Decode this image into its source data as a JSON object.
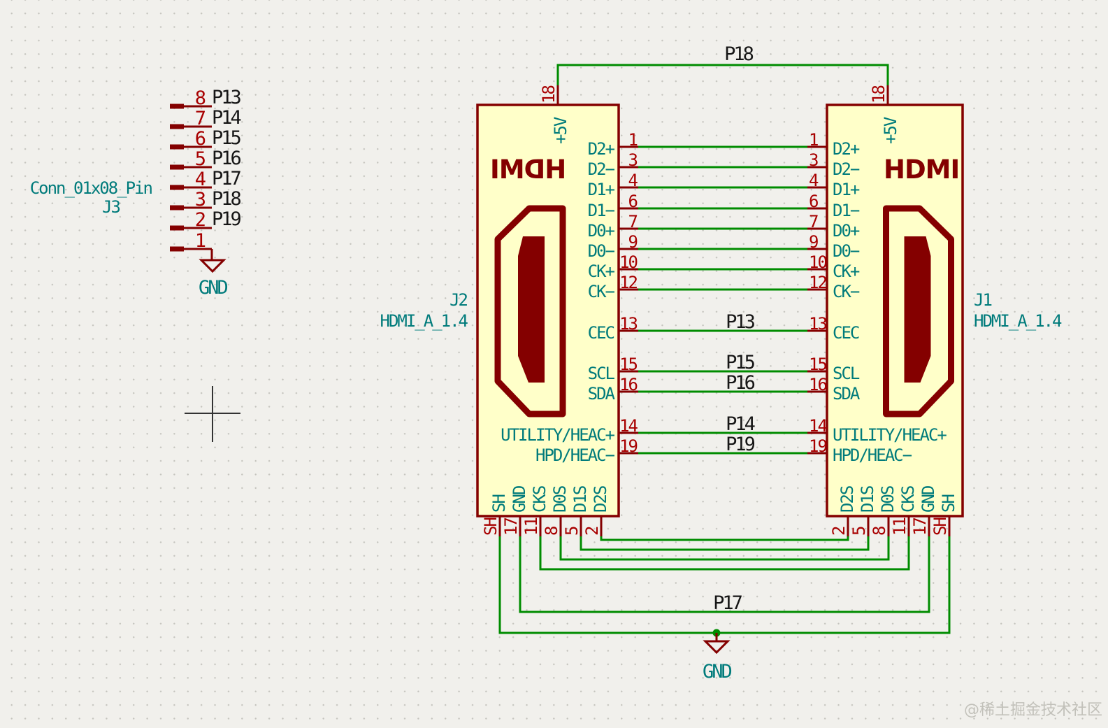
{
  "watermark": "@稀土掘金技术社区",
  "colors": {
    "background": "#F1F0EC",
    "component_fill": "#FFFFC9",
    "component_outline": "#840000",
    "pin_number": "#A80000",
    "pin_name": "#007B7B",
    "wire": "#008C00",
    "net_label": "#161616"
  },
  "j3": {
    "reference": "J3",
    "value": "Conn_01x08_Pin",
    "power_label": "GND",
    "pins": [
      {
        "number": "8",
        "net": "P13"
      },
      {
        "number": "7",
        "net": "P14"
      },
      {
        "number": "6",
        "net": "P15"
      },
      {
        "number": "5",
        "net": "P16"
      },
      {
        "number": "4",
        "net": "P17"
      },
      {
        "number": "3",
        "net": "P18"
      },
      {
        "number": "2",
        "net": "P19"
      },
      {
        "number": "1",
        "net": ""
      }
    ]
  },
  "j2": {
    "reference": "J2",
    "value": "HDMI_A_1.4",
    "logo": "HDMI",
    "top_pin": {
      "number": "18",
      "name": "+5V"
    },
    "right_pins": [
      {
        "number": "1",
        "name": "D2+"
      },
      {
        "number": "3",
        "name": "D2−"
      },
      {
        "number": "4",
        "name": "D1+"
      },
      {
        "number": "6",
        "name": "D1−"
      },
      {
        "number": "7",
        "name": "D0+"
      },
      {
        "number": "9",
        "name": "D0−"
      },
      {
        "number": "10",
        "name": "CK+"
      },
      {
        "number": "12",
        "name": "CK−"
      },
      {
        "number": "13",
        "name": "CEC"
      },
      {
        "number": "15",
        "name": "SCL"
      },
      {
        "number": "16",
        "name": "SDA"
      },
      {
        "number": "14",
        "name": "UTILITY/HEAC+"
      },
      {
        "number": "19",
        "name": "HPD/HEAC−"
      }
    ],
    "bottom_pins": [
      {
        "number": "SH",
        "name": "SH"
      },
      {
        "number": "17",
        "name": "GND"
      },
      {
        "number": "11",
        "name": "CKS"
      },
      {
        "number": "8",
        "name": "D0S"
      },
      {
        "number": "5",
        "name": "D1S"
      },
      {
        "number": "2",
        "name": "D2S"
      }
    ]
  },
  "j1": {
    "reference": "J1",
    "value": "HDMI_A_1.4",
    "logo": "HDMI",
    "top_pin": {
      "number": "18",
      "name": "+5V"
    },
    "left_pins": [
      {
        "number": "1",
        "name": "D2+"
      },
      {
        "number": "3",
        "name": "D2−"
      },
      {
        "number": "4",
        "name": "D1+"
      },
      {
        "number": "6",
        "name": "D1−"
      },
      {
        "number": "7",
        "name": "D0+"
      },
      {
        "number": "9",
        "name": "D0−"
      },
      {
        "number": "10",
        "name": "CK+"
      },
      {
        "number": "12",
        "name": "CK−"
      },
      {
        "number": "13",
        "name": "CEC"
      },
      {
        "number": "15",
        "name": "SCL"
      },
      {
        "number": "16",
        "name": "SDA"
      },
      {
        "number": "14",
        "name": "UTILITY/HEAC+"
      },
      {
        "number": "19",
        "name": "HPD/HEAC−"
      }
    ],
    "bottom_pins": [
      {
        "number": "2",
        "name": "D2S"
      },
      {
        "number": "5",
        "name": "D1S"
      },
      {
        "number": "8",
        "name": "D0S"
      },
      {
        "number": "11",
        "name": "CKS"
      },
      {
        "number": "17",
        "name": "GND"
      },
      {
        "number": "SH",
        "name": "SH"
      }
    ]
  },
  "nets": {
    "p18": "P18",
    "p13": "P13",
    "p15": "P15",
    "p16": "P16",
    "p14": "P14",
    "p19": "P19",
    "p17": "P17",
    "gnd": "GND"
  }
}
